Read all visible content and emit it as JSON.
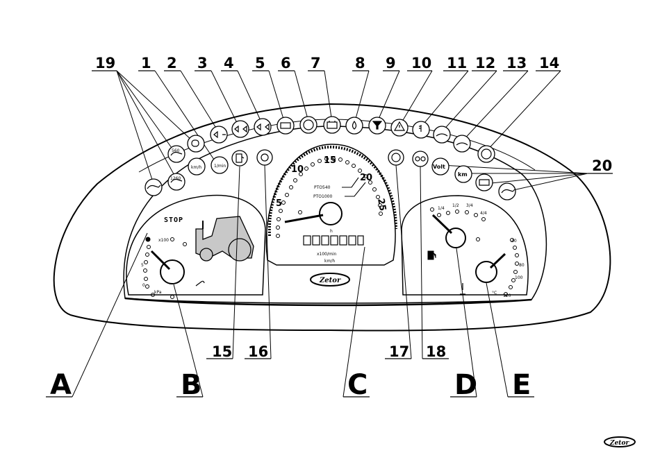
{
  "callouts_top": [
    "19",
    "1",
    "2",
    "3",
    "4",
    "5",
    "6",
    "7",
    "8",
    "9",
    "10",
    "11",
    "12",
    "13",
    "14"
  ],
  "callout_20": "20",
  "callouts_bottom": [
    "15",
    "16",
    "17",
    "18"
  ],
  "callout_letters": [
    "A",
    "B",
    "C",
    "D",
    "E"
  ],
  "indicators": {
    "kmh": "km/h",
    "lmin": "1/min",
    "volt": "Volt",
    "km": "km",
    "oil_560": "560",
    "oil_1260": "1260"
  },
  "pressure_gauge": {
    "stop": "STOP",
    "x100": "x100",
    "five": "5",
    "zero": "0",
    "unit": "kPa"
  },
  "tachometer": {
    "scale": [
      "5",
      "10",
      "15",
      "20",
      "25"
    ],
    "pto540": "PTO540",
    "pto1000": "PTO1000",
    "hours": "h",
    "unit": "x100/min",
    "kmh": "km/h"
  },
  "brand": "Zetor",
  "fuel_gauge": {
    "scale": [
      "1/4",
      "1/2",
      "3/4",
      "4/4"
    ]
  },
  "temp_gauge": {
    "scale": [
      "40",
      "80",
      "100",
      "120"
    ],
    "unit": "°C"
  }
}
